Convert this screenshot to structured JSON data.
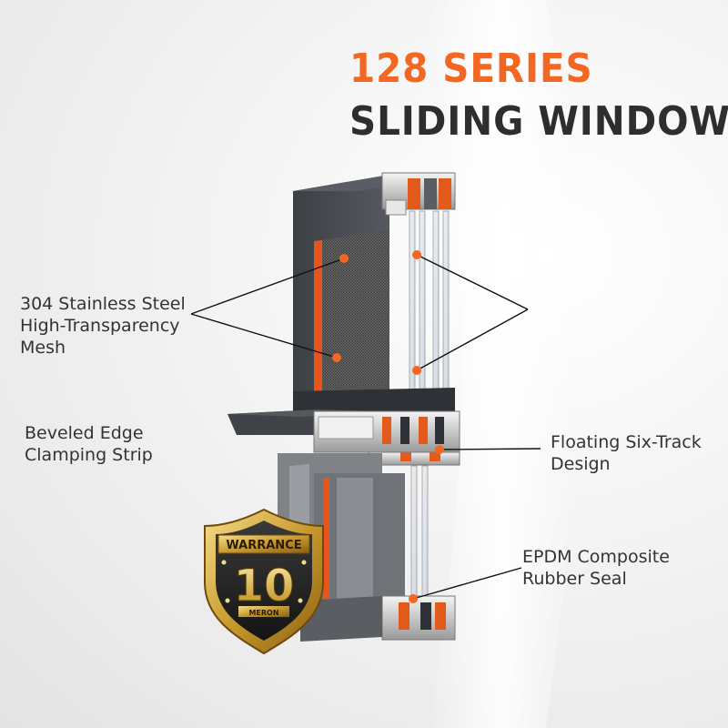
{
  "title": {
    "line1": "128 SERIES",
    "line2": "SLIDING WINDOW"
  },
  "callouts": {
    "mesh": [
      "304 Stainless Steel",
      "High-Transparency",
      "Mesh"
    ],
    "clamping": [
      "Beveled Edge",
      "Clamping Strip"
    ],
    "track": [
      "Floating Six-Track",
      "Design"
    ],
    "seal": [
      "EPDM Composite",
      "Rubber Seal"
    ]
  },
  "badge": {
    "top": "WARRANCE",
    "number": "10",
    "brand": "MERON"
  },
  "colors": {
    "accent": "#f26722",
    "frame": "#4a4d52",
    "text": "#333333",
    "gold": "#c99a2e"
  }
}
